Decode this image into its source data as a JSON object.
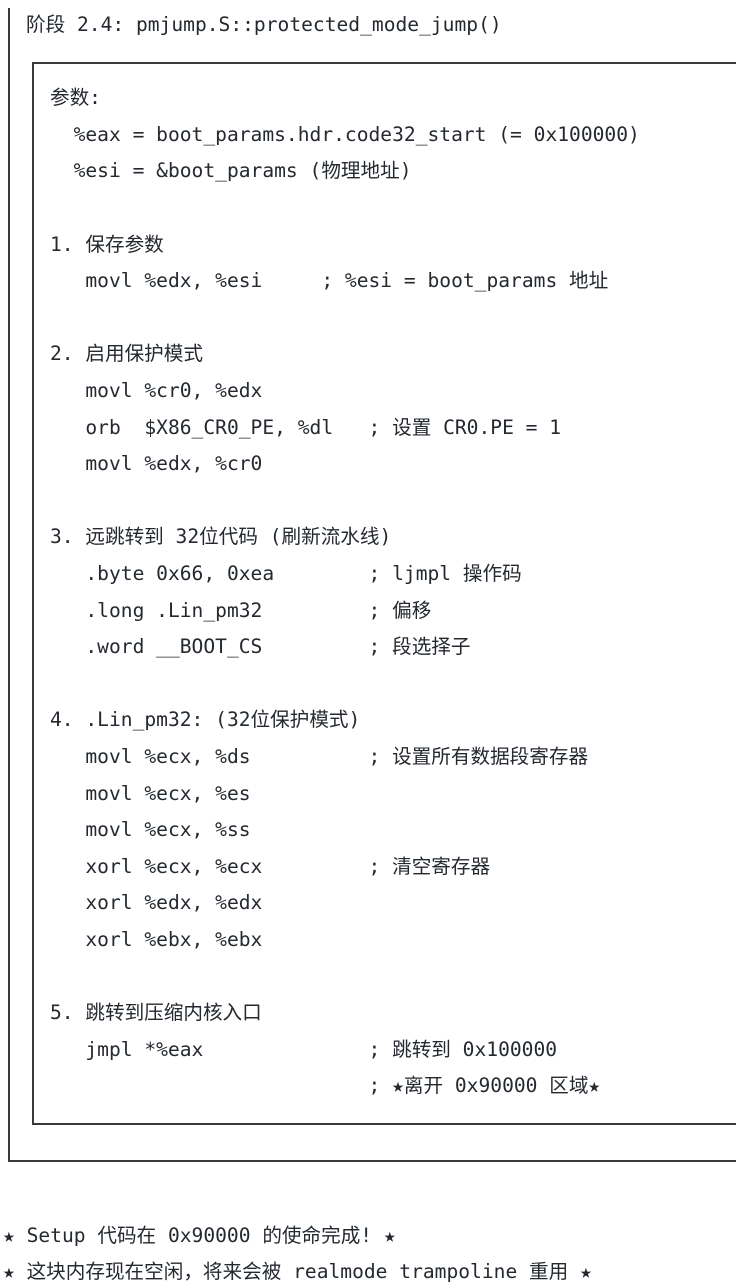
{
  "title": "阶段 2.4: pmjump.S::protected_mode_jump()",
  "box_lines": [
    {
      "row": 2,
      "text": "参数:"
    },
    {
      "row": 3,
      "text": "  %eax = boot_params.hdr.code32_start (= 0x100000)"
    },
    {
      "row": 4,
      "text": "  %esi = &boot_params (物理地址)"
    },
    {
      "row": 6,
      "text": "1. 保存参数"
    },
    {
      "row": 7,
      "text": "   movl %edx, %esi     ; %esi = boot_params 地址"
    },
    {
      "row": 9,
      "text": "2. 启用保护模式"
    },
    {
      "row": 10,
      "text": "   movl %cr0, %edx"
    },
    {
      "row": 11,
      "text": "   orb  $X86_CR0_PE, %dl   ; 设置 CR0.PE = 1"
    },
    {
      "row": 12,
      "text": "   movl %edx, %cr0"
    },
    {
      "row": 14,
      "text": "3. 远跳转到 32位代码 (刷新流水线)"
    },
    {
      "row": 15,
      "text": "   .byte 0x66, 0xea        ; ljmpl 操作码"
    },
    {
      "row": 16,
      "text": "   .long .Lin_pm32         ; 偏移"
    },
    {
      "row": 17,
      "text": "   .word __BOOT_CS         ; 段选择子"
    },
    {
      "row": 19,
      "text": "4. .Lin_pm32: (32位保护模式)"
    },
    {
      "row": 20,
      "text": "   movl %ecx, %ds          ; 设置所有数据段寄存器"
    },
    {
      "row": 21,
      "text": "   movl %ecx, %es"
    },
    {
      "row": 22,
      "text": "   movl %ecx, %ss"
    },
    {
      "row": 23,
      "text": "   xorl %ecx, %ecx         ; 清空寄存器"
    },
    {
      "row": 24,
      "text": "   xorl %edx, %edx"
    },
    {
      "row": 25,
      "text": "   xorl %ebx, %ebx"
    },
    {
      "row": 27,
      "text": "5. 跳转到压缩内核入口"
    },
    {
      "row": 28,
      "text": "   jmpl *%eax              ; 跳转到 0x100000"
    },
    {
      "row": 29,
      "text": "                           ; ★离开 0x90000 区域★"
    }
  ],
  "footer": [
    "★ Setup 代码在 0x90000 的使命完成! ★",
    "★ 这块内存现在空闲，将来会被 realmode trampoline 重用 ★"
  ]
}
